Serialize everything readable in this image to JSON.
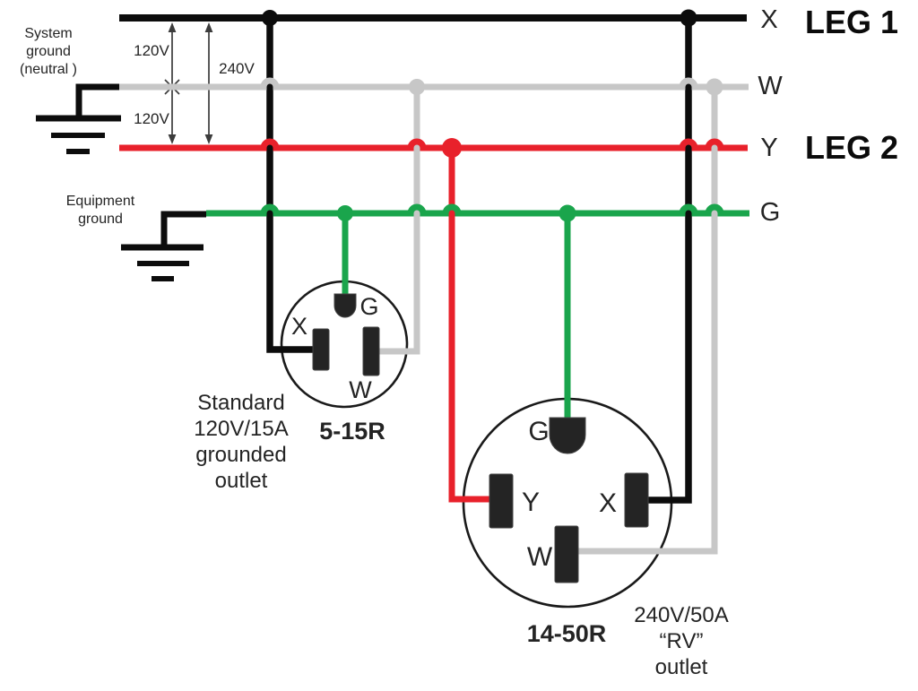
{
  "colors": {
    "hot_black": "#0c0c0c",
    "neutral_gray": "#c7c7c7",
    "leg2_red": "#e8212b",
    "ground_green": "#1aa54c"
  },
  "bus": {
    "leg1_title": "LEG 1",
    "leg2_title": "LEG 2",
    "x_label": "X",
    "w_label": "W",
    "y_label": "Y",
    "g_label": "G"
  },
  "annotations": {
    "system_ground": [
      "System",
      "ground",
      "(neutral )"
    ],
    "equipment_ground": [
      "Equipment",
      "ground"
    ],
    "v120_top": "120V",
    "v120_bottom": "120V",
    "v240": "240V"
  },
  "outlet_515r": {
    "name": "5-15R",
    "pins": {
      "g": "G",
      "x": "X",
      "w": "W"
    },
    "caption": [
      "Standard",
      "120V/15A",
      "grounded",
      "outlet"
    ]
  },
  "outlet_1450r": {
    "name": "14-50R",
    "pins": {
      "g": "G",
      "y": "Y",
      "x": "X",
      "w": "W"
    },
    "caption": [
      "240V/50A",
      "“RV”",
      "outlet"
    ]
  }
}
